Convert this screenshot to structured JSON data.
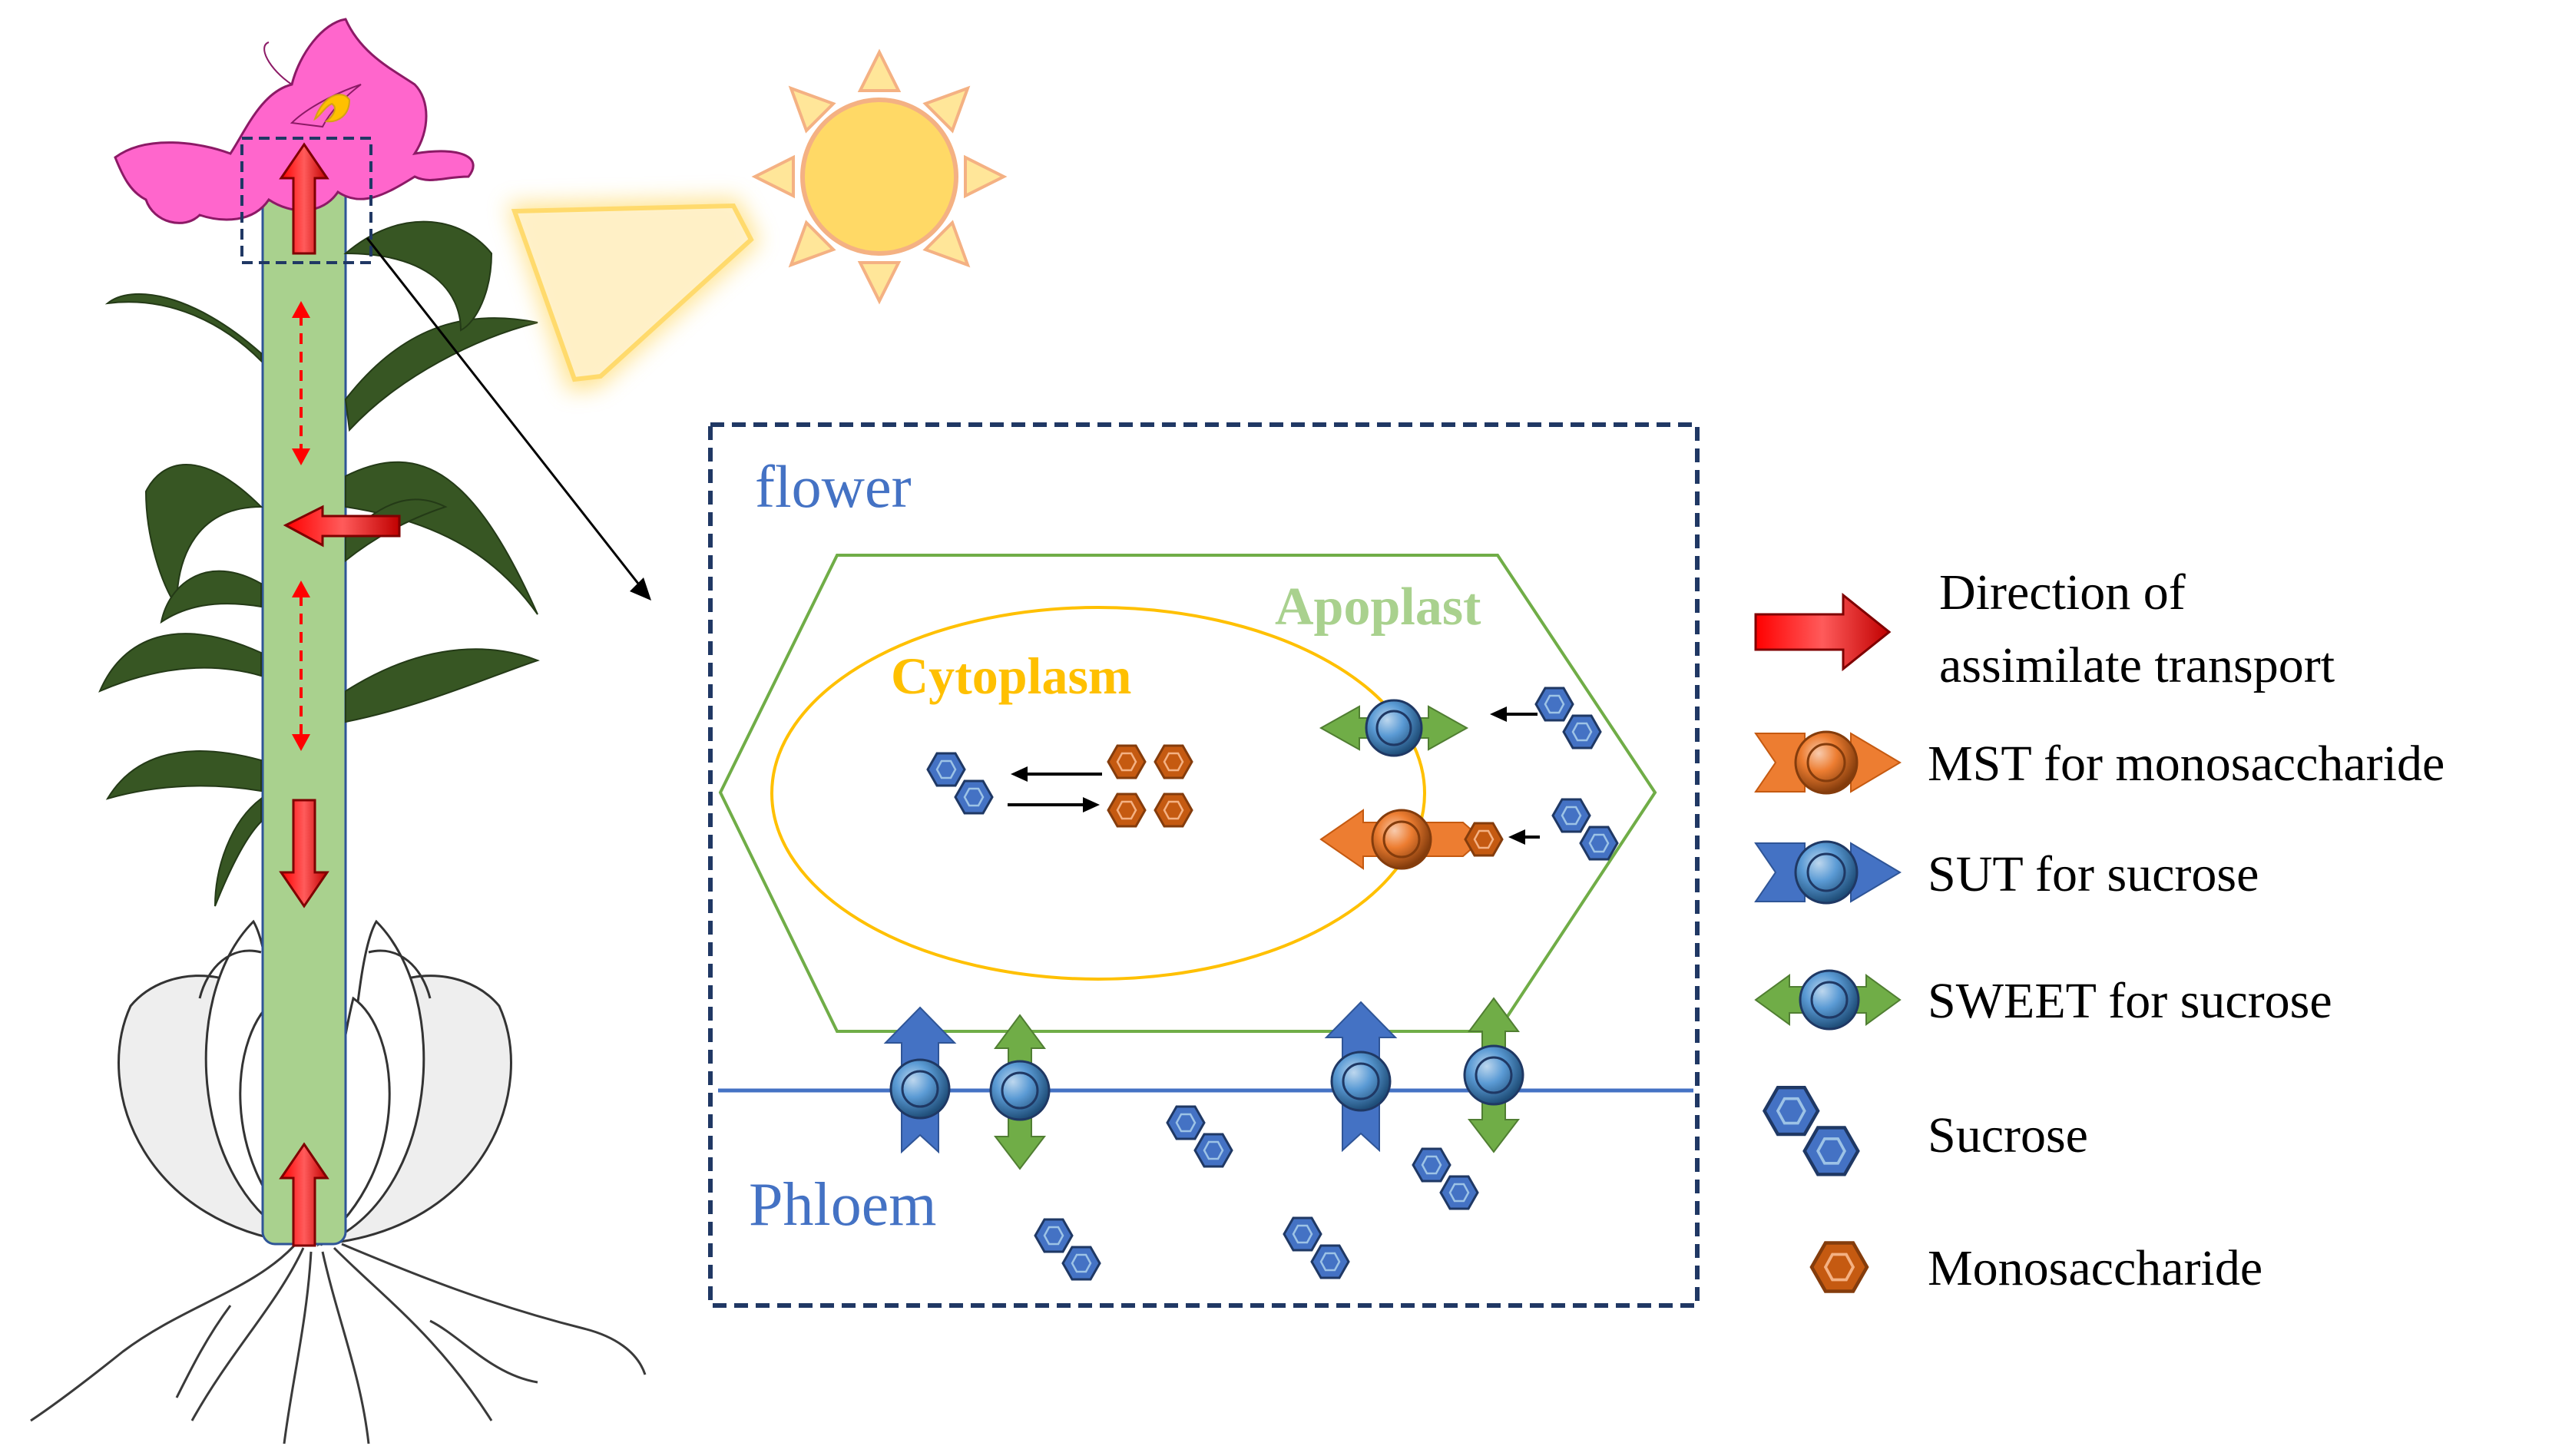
{
  "inset": {
    "flower_label": "flower",
    "apoplast_label": "Apoplast",
    "cytoplasm_label": "Cytoplasm",
    "phloem_label": "Phloem"
  },
  "legend": {
    "direction_line1": "Direction of",
    "direction_line2": "assimilate transport",
    "mst": "MST for monosaccharide",
    "sut": "SUT for sucrose",
    "sweet": "SWEET for sucrose",
    "sucrose": "Sucrose",
    "monosaccharide": "Monosaccharide"
  },
  "colors": {
    "stem": "#a9d18e",
    "leaf": "#375623",
    "petal": "#ff66cc",
    "sun": "#ffd966",
    "sun_ray": "#f4b183",
    "arrow_red": "#ff0000",
    "blue": "#4472c4",
    "orange": "#c55a11",
    "green": "#70ad47",
    "cytoplasm": "#ffc000",
    "inset_border": "#203864",
    "label_blue": "#4472c4",
    "label_green": "#a9d18e"
  },
  "icons": [
    "sun-icon",
    "sucrose-icon",
    "monosaccharide-icon",
    "sut-transporter-icon",
    "sweet-transporter-icon",
    "mst-transporter-icon",
    "assimilate-arrow-icon"
  ]
}
